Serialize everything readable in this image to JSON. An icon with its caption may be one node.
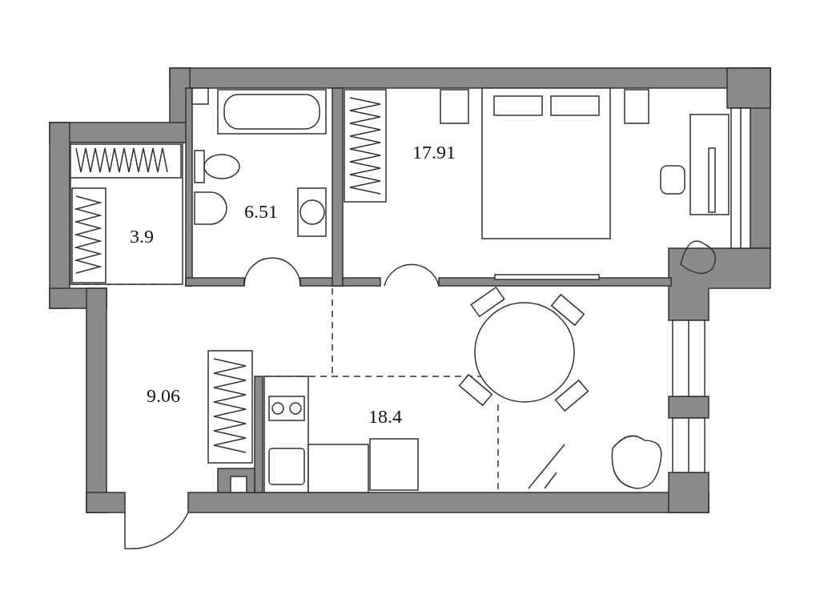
{
  "diagram": {
    "labels": [
      "17.91",
      "6.51",
      "3.9",
      "9.06",
      "18.4"
    ]
  }
}
